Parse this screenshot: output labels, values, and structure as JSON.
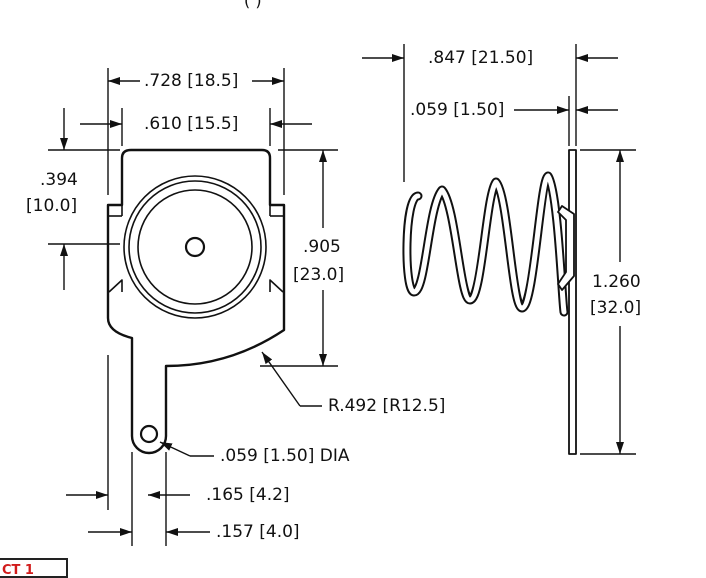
{
  "header_glyph": "( )",
  "dimensions": {
    "overall_width": ".728 [18.5]",
    "inner_width": ".610 [15.5]",
    "notch_height_in": ".394",
    "notch_height_mm": "[10.0]",
    "body_height_in": ".905",
    "body_height_mm": "[23.0]",
    "radius": "R.492 [R12.5]",
    "hole_dia": ".059 [1.50] DIA",
    "tab_width": ".165 [4.2]",
    "tab_offset": ".157 [4.0]",
    "spring_length": ".847 [21.50]",
    "plate_thickness": ".059 [1.50]",
    "plate_height_in": "1.260",
    "plate_height_mm": "[32.0]"
  },
  "badge_text": "CT 1",
  "colors": {
    "line": "#111111",
    "badge_text": "#d11b1b"
  }
}
